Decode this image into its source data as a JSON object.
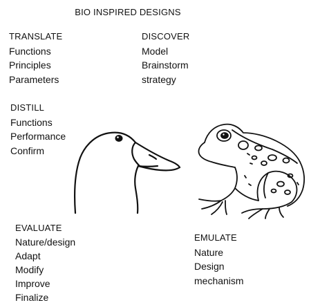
{
  "title": "BIO INSPIRED DESIGNS",
  "blocks": {
    "translate": {
      "heading": "TRANSLATE",
      "items": [
        "Functions",
        "Principles",
        "Parameters"
      ]
    },
    "discover": {
      "heading": "DISCOVER",
      "items": [
        "Model",
        "Brainstorm",
        "strategy"
      ]
    },
    "distill": {
      "heading": "DISTILL",
      "items": [
        "Functions",
        "Performance",
        "Confirm"
      ]
    },
    "evaluate": {
      "heading": "EVALUATE",
      "items": [
        "Nature/design",
        "Adapt",
        "Modify",
        "Improve",
        "Finalize"
      ]
    },
    "emulate": {
      "heading": "EMULATE",
      "items": [
        "Nature",
        "Design",
        "mechanism"
      ]
    }
  },
  "illustrations": {
    "duck": "duck-head-line-drawing",
    "frog": "frog-line-drawing"
  }
}
